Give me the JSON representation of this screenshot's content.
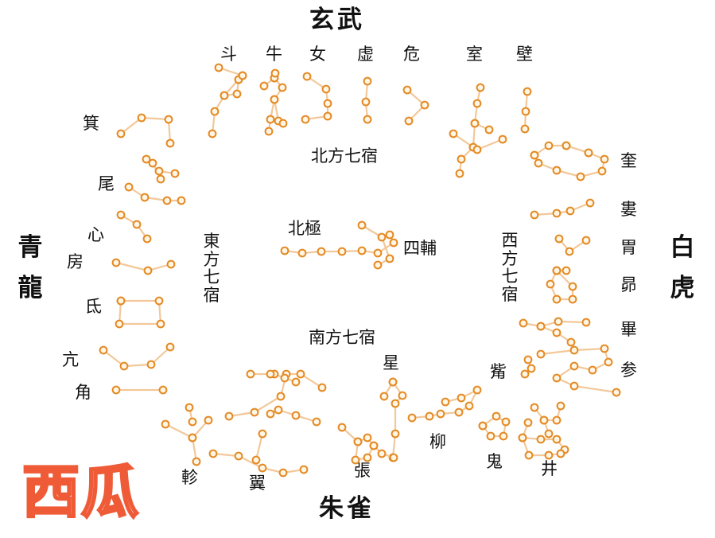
{
  "directions": {
    "north": "玄武",
    "south": "朱雀",
    "east": "青龍",
    "west": "白虎"
  },
  "sections": {
    "north": "北方七宿",
    "south": "南方七宿",
    "east": "東方七宿",
    "west": "西方七宿"
  },
  "center": {
    "pole": "北極",
    "assistants": "四輔"
  },
  "mansions": {
    "north": [
      "斗",
      "牛",
      "女",
      "虚",
      "危",
      "室",
      "壁"
    ],
    "west": [
      "奎",
      "婁",
      "胃",
      "昴",
      "畢",
      "觜",
      "参"
    ],
    "south": [
      "井",
      "鬼",
      "柳",
      "星",
      "張",
      "翼",
      "軫"
    ],
    "east": [
      "角",
      "亢",
      "氐",
      "房",
      "心",
      "尾",
      "箕"
    ]
  },
  "watermark": "西瓜",
  "colors": {
    "star_stroke": "#e48a24",
    "star_fill": "#fff6e6",
    "line": "#f2c89a",
    "watermark": "#ef5b37"
  }
}
